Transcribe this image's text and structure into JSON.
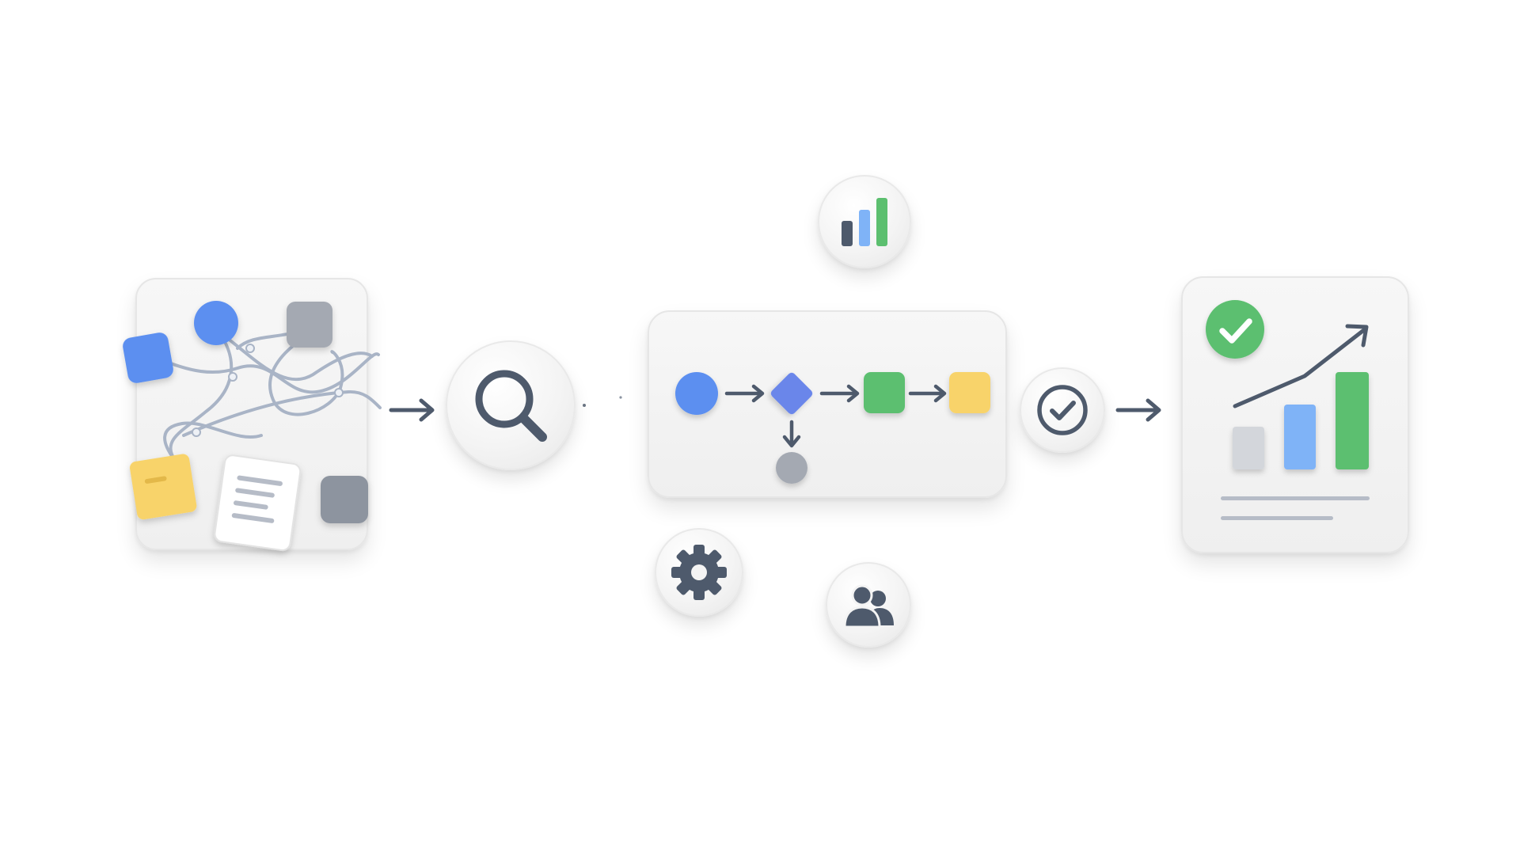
{
  "colors": {
    "blue": "#5b8ff0",
    "blue_light": "#7fb3f7",
    "indigo": "#6a86ea",
    "green": "#5cbf6f",
    "green_dark": "#4fae60",
    "yellow": "#f8d36a",
    "gray": "#a4a9b2",
    "gray_dark": "#8d949f",
    "slate": "#4e5a6c",
    "connector": "#a9b4c6"
  },
  "icons": {
    "inputs": [
      "circle-node-icon",
      "square-node-icon",
      "sticky-note-icon",
      "document-icon"
    ],
    "analyze": "magnifier-icon",
    "metrics": "bar-chart-icon",
    "settings": "gear-icon",
    "team": "users-icon",
    "approve": "check-circle-icon",
    "result": [
      "success-badge-icon",
      "trend-arrow-icon",
      "bar-chart-icon"
    ]
  },
  "workflow": {
    "nodes": [
      "start-circle",
      "decision-diamond",
      "task-square",
      "end-square",
      "branch-circle"
    ]
  },
  "result_chart": {
    "type": "bar",
    "values": [
      0.28,
      0.5,
      0.76
    ],
    "trend": "up"
  }
}
